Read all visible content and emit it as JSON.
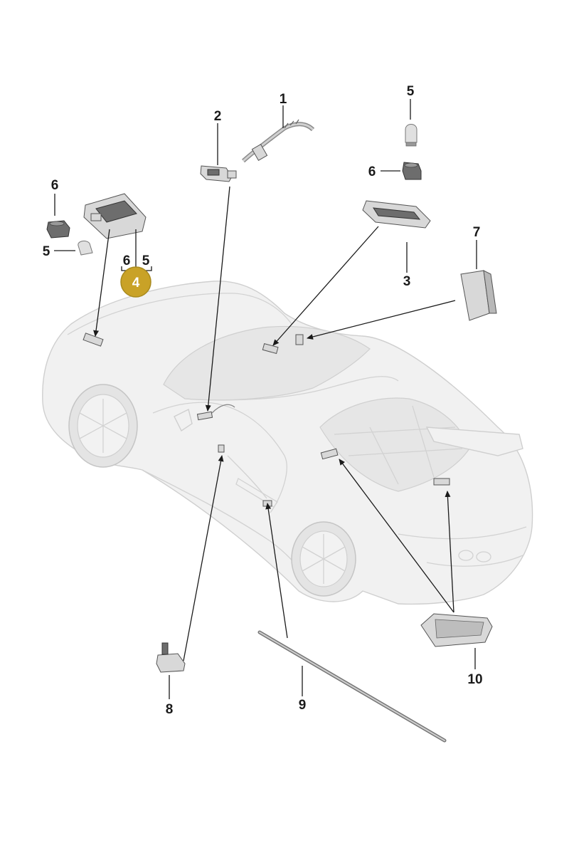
{
  "diagram": {
    "callouts": {
      "c1": "1",
      "c2": "2",
      "c3": "3",
      "c5_top": "5",
      "c6_top": "6",
      "c6_left": "6",
      "c5_left": "5",
      "c6_bracket": "6",
      "c5_bracket": "5",
      "c7": "7",
      "c8": "8",
      "c9": "9",
      "c10": "10"
    },
    "badge": {
      "label": "4",
      "color": "#c9a227",
      "border": "#a88a1e"
    }
  }
}
